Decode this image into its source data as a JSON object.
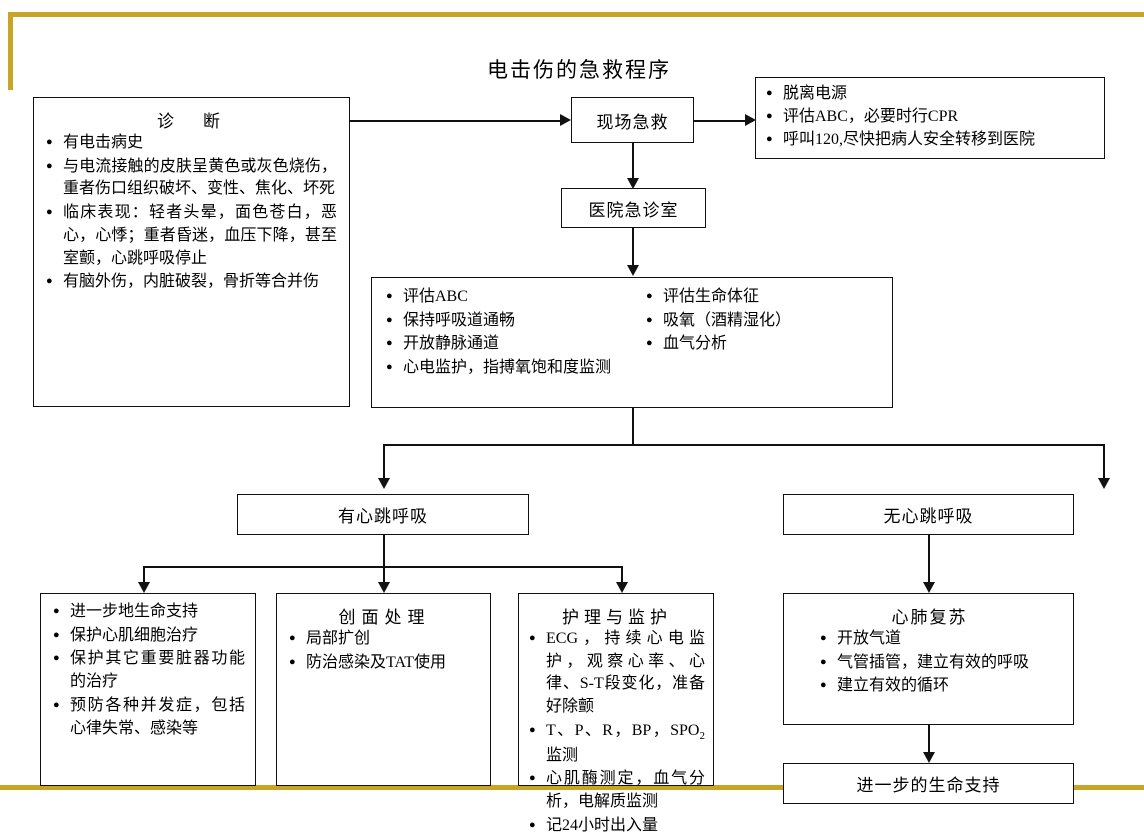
{
  "title": "电击伤的急救程序",
  "accent_color": "#c8a526",
  "line_color": "#111111",
  "nodes": {
    "diagnosis": {
      "title": "诊　断",
      "items": [
        "有电击病史",
        "与电流接触的皮肤呈黄色或灰色烧伤，重者伤口组织破坏、变性、焦化、坏死",
        "临床表现：轻者头晕，面色苍白，恶心，心悸；重者昏迷，血压下降，甚至室颤，心跳呼吸停止",
        "有脑外伤，内脏破裂，骨折等合并伤"
      ]
    },
    "on_site": {
      "label": "现场急救"
    },
    "on_site_detail": {
      "items": [
        "脱离电源",
        "评估ABC，必要时行CPR",
        "呼叫120,尽快把病人安全转移到医院"
      ]
    },
    "er": {
      "label": "医院急诊室"
    },
    "er_actions": {
      "left_items": [
        "评估ABC",
        "保持呼吸道通畅",
        "开放静脉通道",
        "心电监护，指搏氧饱和度监测"
      ],
      "right_items": [
        "评估生命体征",
        "吸氧（酒精湿化）",
        "血气分析"
      ]
    },
    "with_pulse": {
      "label": "有心跳呼吸"
    },
    "without_pulse": {
      "label": "无心跳呼吸"
    },
    "life_support": {
      "items": [
        "进一步地生命支持",
        "保护心肌细胞治疗",
        "保护其它重要脏器功能的治疗",
        "预防各种并发症，包括心律失常、感染等"
      ]
    },
    "wound_care": {
      "title": "创面处理",
      "items": [
        "局部扩创",
        "防治感染及TAT使用"
      ]
    },
    "nursing": {
      "title": "护理与监护",
      "items": [
        "ECG，持续心电监护，观察心率、心律、S-T段变化，准备好除颤",
        "T、P、R，BP，SPO2监测",
        "心肌酶测定，血气分析，电解质监测",
        "记24小时出入量"
      ]
    },
    "cpr": {
      "title": "心肺复苏",
      "items": [
        "开放气道",
        "气管插管，建立有效的呼吸",
        "建立有效的循环"
      ]
    },
    "advanced_support": {
      "label": "进一步的生命支持"
    }
  }
}
